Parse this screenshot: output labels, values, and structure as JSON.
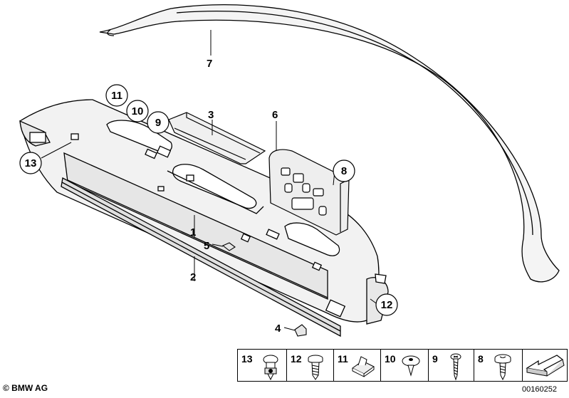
{
  "callouts": {
    "c1": "1",
    "c2": "2",
    "c3": "3",
    "c4": "4",
    "c5": "5",
    "c6": "6",
    "c7": "7",
    "c8": "8",
    "c9": "9",
    "c10": "10",
    "c11": "11",
    "c12": "12",
    "c13": "13"
  },
  "parts_strip": [
    {
      "label": "13",
      "icon": "push-rivet-icon"
    },
    {
      "label": "12",
      "icon": "screw-with-washer-icon"
    },
    {
      "label": "11",
      "icon": "clip-nut-icon"
    },
    {
      "label": "10",
      "icon": "spread-rivet-icon"
    },
    {
      "label": "9",
      "icon": "oval-head-screw-icon"
    },
    {
      "label": "8",
      "icon": "pan-head-screw-icon"
    },
    {
      "label": "",
      "icon": "arrow-icon"
    }
  ],
  "footer": {
    "copyright": "© BMW AG",
    "document_number": "00160252"
  }
}
